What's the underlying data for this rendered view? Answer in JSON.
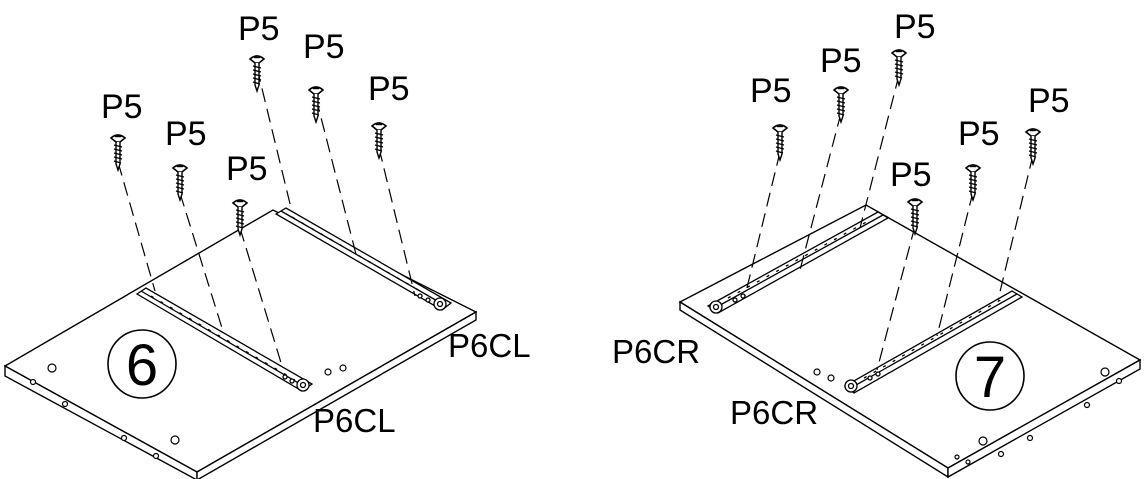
{
  "steps": [
    {
      "number": "6",
      "rail_labels": [
        "P6CL",
        "P6CL"
      ],
      "screw_labels": [
        "P5",
        "P5",
        "P5",
        "P5",
        "P5",
        "P5"
      ]
    },
    {
      "number": "7",
      "rail_labels": [
        "P6CR",
        "P6CR"
      ],
      "screw_labels": [
        "P5",
        "P5",
        "P5",
        "P5",
        "P5",
        "P5"
      ]
    }
  ]
}
